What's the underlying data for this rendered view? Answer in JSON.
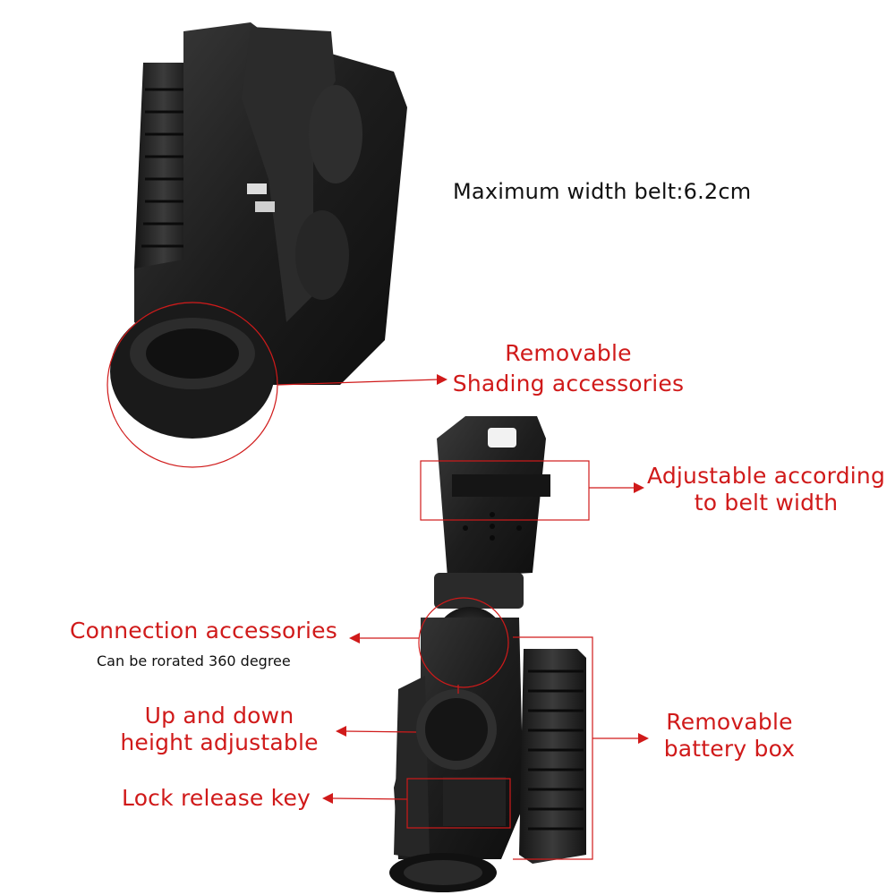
{
  "spec": {
    "max_belt_width": "Maximum width belt:6.2cm"
  },
  "callouts": {
    "shading": {
      "line1": "Removable",
      "line2": "Shading accessories"
    },
    "belt_adjust": {
      "line1": "Adjustable according",
      "line2": "to belt width"
    },
    "connection": {
      "title": "Connection accessories",
      "note": "Can be rorated 360 degree"
    },
    "height": {
      "line1": "Up and down",
      "line2": "height adjustable"
    },
    "lock": {
      "label": "Lock release key"
    },
    "battery": {
      "line1": "Removable",
      "line2": "battery box"
    }
  },
  "colors": {
    "callout_red": "#d01a1a",
    "product_black": "#1c1c1c",
    "background": "#ffffff"
  }
}
